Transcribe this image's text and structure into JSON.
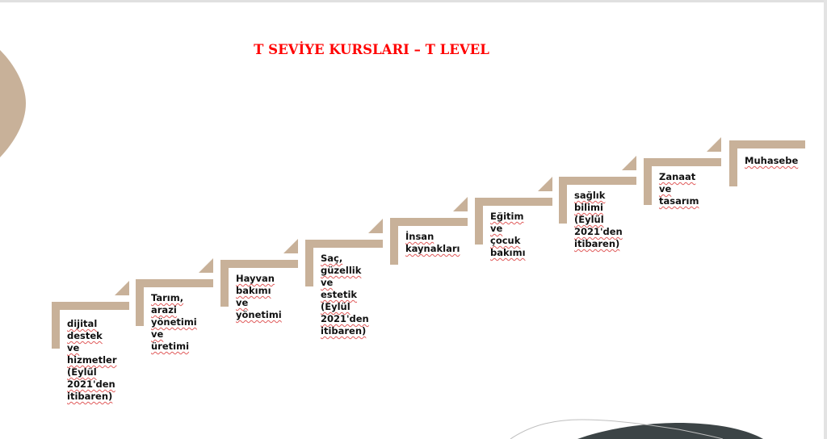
{
  "title": "T SEVİYE KURSLARI – T LEVEL",
  "colors": {
    "title": "#ff0000",
    "step": "#c8b199",
    "text": "#111111",
    "left_shape": "#c8b199",
    "bottom_shape": "#3c4446",
    "bottom_line": "#bfbfbf"
  },
  "steps": [
    {
      "label": "dijital destek ve hizmetler (Eylül 2021'den itibaren)",
      "lines": [
        "dijital destek",
        "ve hizmetler",
        "(Eylül",
        "2021'den",
        "itibaren)"
      ]
    },
    {
      "label": "Tarım, arazi yönetimi ve üretimi",
      "lines": [
        "Tarım, arazi",
        "yönetimi ve",
        "üretimi"
      ]
    },
    {
      "label": "Hayvan bakımı ve yönetimi",
      "lines": [
        "Hayvan",
        "bakımı ve",
        "yönetimi"
      ]
    },
    {
      "label": "Saç, güzellik ve estetik (Eylül 2021'den itibaren)",
      "lines": [
        "Saç, güzellik",
        "ve estetik",
        "(Eylül",
        "2021'den",
        "itibaren)"
      ]
    },
    {
      "label": "İnsan kaynakları",
      "lines": [
        "İnsan",
        "kaynakları"
      ]
    },
    {
      "label": "Eğitim ve çocuk bakımı",
      "lines": [
        "Eğitim  ve",
        "çocuk",
        "bakımı"
      ]
    },
    {
      "label": "sağlık bilimi (Eylül 2021'den itibaren)",
      "lines": [
        "sağlık bilimi",
        "(Eylül",
        "2021'den",
        "itibaren)"
      ]
    },
    {
      "label": "Zanaat ve tasarım",
      "lines": [
        "Zanaat ve",
        "tasarım"
      ]
    },
    {
      "label": "Muhasebe",
      "lines": [
        "Muhasebe"
      ]
    }
  ]
}
